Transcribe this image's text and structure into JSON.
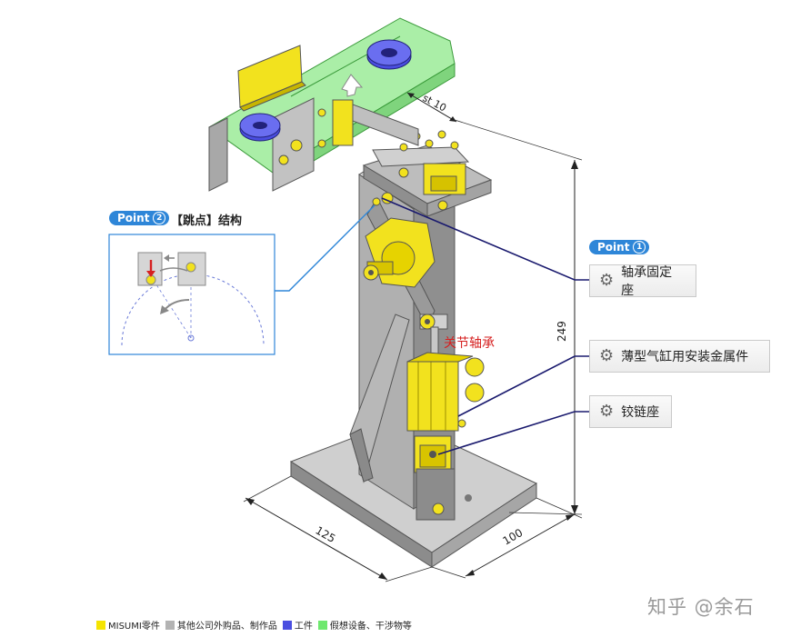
{
  "points": {
    "point1": {
      "label": "Point",
      "number": "1"
    },
    "point2": {
      "label": "Point",
      "number": "2",
      "title": "【跳点】结构"
    }
  },
  "callouts": {
    "bearing_seat": "轴承固定座",
    "cylinder_bracket": "薄型气缸用安装金属件",
    "hinge_seat": "铰链座"
  },
  "annotations": {
    "rod_end": "关节轴承",
    "stroke": "st 10",
    "dim_height": "249",
    "dim_width": "125",
    "dim_depth": "100"
  },
  "legend": {
    "items": [
      {
        "label": "MISUMI零件",
        "color": "#f5e400"
      },
      {
        "label": "其他公司外购品、制作品",
        "color": "#b3b3b3"
      },
      {
        "label": "工件",
        "color": "#4a4ee0"
      },
      {
        "label": "假想设备、干涉物等",
        "color": "#6ee86e"
      }
    ]
  },
  "watermark": "知乎 @余石",
  "colors": {
    "misumi_yellow": "#f2e21e",
    "structure_gray": "#a8a8a8",
    "workpiece_blue": "#4a4ee0",
    "virtual_green": "#8ee88a",
    "leader_navy": "#1a1a6e",
    "leader_blue": "#2e86d8",
    "point_blue": "#2e86d8"
  }
}
